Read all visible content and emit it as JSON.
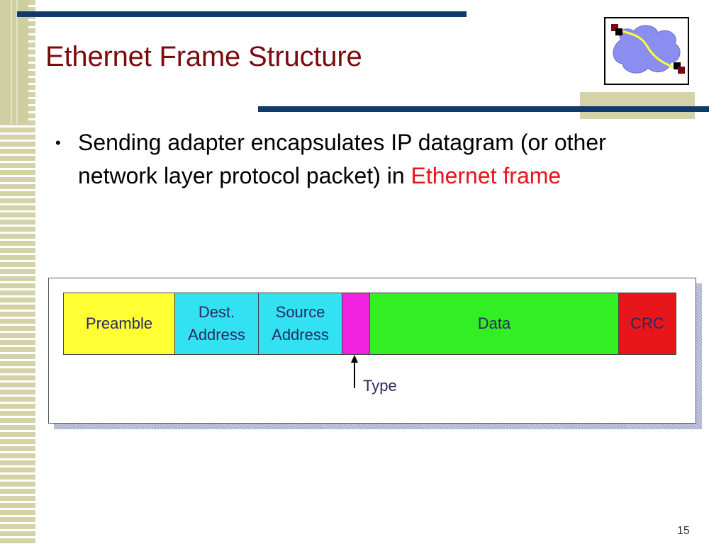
{
  "slide": {
    "title": "Ethernet Frame Structure",
    "bullet": {
      "text_part1": "Sending adapter encapsulates IP datagram (or other network layer protocol packet) in ",
      "highlight": "Ethernet frame"
    },
    "page_number": "15"
  },
  "diagram": {
    "fields": [
      {
        "label": "Preamble",
        "color": "#ffff33"
      },
      {
        "label": "Dest.\nAddress",
        "color": "#33e2f2"
      },
      {
        "label": "Source\nAddress",
        "color": "#33e2f2"
      },
      {
        "label": "",
        "color": "#f122e0"
      },
      {
        "label": "Data",
        "color": "#33ee22"
      },
      {
        "label": "CRC",
        "color": "#e8161a"
      }
    ],
    "type_label": "Type"
  },
  "colors": {
    "title": "#7b0a0f",
    "highlight": "#e8141b",
    "rule_bar": "#0f3a6b",
    "accent_tan": "#d4d3a8"
  },
  "logo": {
    "icon": "network-cloud-icon"
  }
}
